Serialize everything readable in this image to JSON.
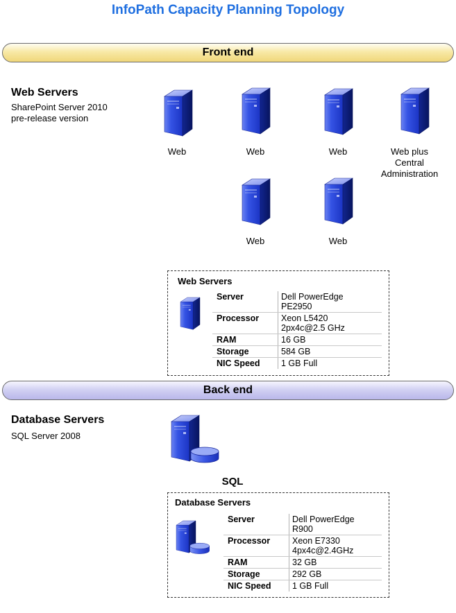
{
  "title": "InfoPath Capacity Planning Topology",
  "front_band": "Front end",
  "back_band": "Back end",
  "web_section": {
    "title": "Web Servers",
    "subtitle": [
      "SharePoint Server 2010",
      "pre-release version"
    ]
  },
  "web_servers": [
    {
      "label": [
        "Web"
      ]
    },
    {
      "label": [
        "Web"
      ]
    },
    {
      "label": [
        "Web"
      ]
    },
    {
      "label": [
        "Web plus",
        "Central",
        "Administration"
      ]
    },
    {
      "label": [
        "Web"
      ]
    },
    {
      "label": [
        "Web"
      ]
    }
  ],
  "web_spec": {
    "title": "Web Servers",
    "rows": [
      {
        "key": "Server",
        "value": [
          "Dell PowerEdge",
          "PE2950"
        ]
      },
      {
        "key": "Processor",
        "value": [
          "Xeon L5420",
          "2px4c@2.5 GHz"
        ]
      },
      {
        "key": "RAM",
        "value": [
          "16 GB"
        ]
      },
      {
        "key": "Storage",
        "value": [
          "584 GB"
        ]
      },
      {
        "key": "NIC Speed",
        "value": [
          "1 GB Full"
        ]
      }
    ]
  },
  "db_section": {
    "title": "Database Servers",
    "subtitle": [
      "SQL Server 2008"
    ]
  },
  "db_server_label": "SQL",
  "db_spec": {
    "title": "Database Servers",
    "rows": [
      {
        "key": "Server",
        "value": [
          "Dell PowerEdge",
          "R900"
        ]
      },
      {
        "key": "Processor",
        "value": [
          "Xeon E7330",
          "4px4c@2.4GHz"
        ]
      },
      {
        "key": "RAM",
        "value": [
          "32 GB"
        ]
      },
      {
        "key": "Storage",
        "value": [
          "292 GB"
        ]
      },
      {
        "key": "NIC Speed",
        "value": [
          "1 GB Full"
        ]
      }
    ]
  },
  "colors": {
    "title": "#1f6fe0",
    "server_front": "#2a46d8",
    "server_side": "#0c1f86",
    "server_top": "#8d9ff4"
  }
}
